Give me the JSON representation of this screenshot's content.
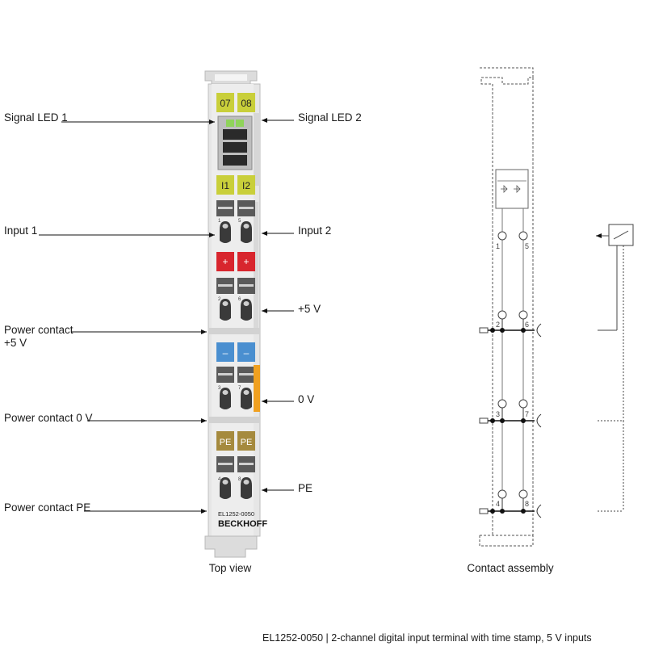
{
  "labels_left": {
    "signal_led_1": "Signal LED 1",
    "input_1": "Input 1",
    "power_contact_5v_line1": "Power contact",
    "power_contact_5v_line2": "+5 V",
    "power_contact_0v": "Power contact 0 V",
    "power_contact_pe": "Power contact PE"
  },
  "labels_right": {
    "signal_led_2": "Signal LED 2",
    "input_2": "Input 2",
    "plus_5v": "+5 V",
    "zero_v": "0 V",
    "pe": "PE"
  },
  "terminal": {
    "led_tag_left": "07",
    "led_tag_right": "08",
    "input_tag_left": "I1",
    "input_tag_right": "I2",
    "plus_tag": "+",
    "minus_tag": "–",
    "pe_tag_left": "PE",
    "pe_tag_right": "PE",
    "model": "EL1252-0050",
    "brand": "BECKHOFF",
    "pin_1": "1",
    "pin_5": "5",
    "pin_2": "2",
    "pin_6": "6",
    "pin_3": "3",
    "pin_7": "7",
    "pin_4": "4",
    "pin_8": "8"
  },
  "schematic": {
    "pin_1": "1",
    "pin_5": "5",
    "pin_2": "2",
    "pin_6": "6",
    "pin_3": "3",
    "pin_7": "7",
    "pin_4": "4",
    "pin_8": "8"
  },
  "captions": {
    "top_view": "Top view",
    "contact_assembly": "Contact assembly",
    "footer": "EL1252-0050 | 2-channel digital input terminal with time stamp, 5 V inputs"
  },
  "colors": {
    "yellow_tag": "#c9cf3a",
    "red_tag": "#d8262e",
    "blue_tag": "#4a8fd0",
    "pe_tag": "#a58a3e",
    "orange_bar": "#f0a020",
    "housing": "#e4e4e4"
  }
}
